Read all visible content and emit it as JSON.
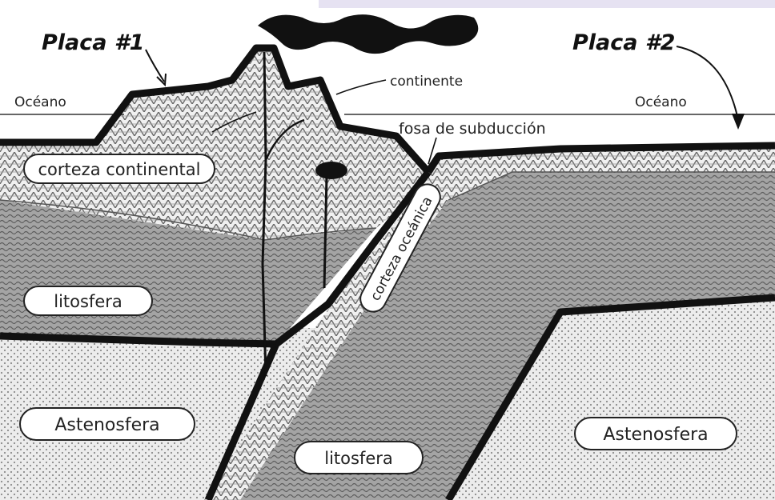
{
  "plates": {
    "plate1": "Placa #1",
    "plate2": "Placa #2"
  },
  "surface": {
    "ocean_left": "Océano",
    "ocean_right": "Océano",
    "continent": "continente",
    "trench": "fosa de subducción"
  },
  "layers": {
    "continental_crust": "corteza continental",
    "oceanic_crust": "corteza oceánica",
    "lithosphere_left": "litosfera",
    "lithosphere_slab": "litosfera",
    "asthenosphere_left": "Astenosfera",
    "asthenosphere_right": "Astenosfera"
  },
  "colors": {
    "lithosphere_fill": "#9a9a9a",
    "asthenosphere_fill": "#e6e6e6",
    "crust_fill": "#d8d8d8",
    "outline": "#111111",
    "top_band": "#e6e2f2"
  }
}
